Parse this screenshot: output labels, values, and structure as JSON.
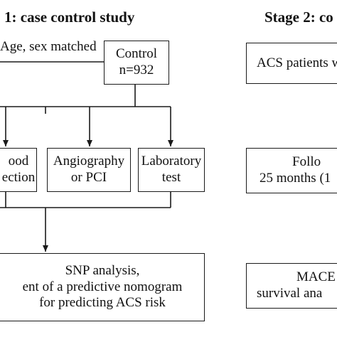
{
  "stage1": {
    "title": "1: case control study",
    "match_label": "Age, sex matched",
    "control_box": {
      "line1": "Control",
      "line2": "n=932"
    },
    "blood_box": {
      "line1": "ood",
      "line2": "ection"
    },
    "angio_box": {
      "line1": "Angiography",
      "line2": "or PCI"
    },
    "lab_box": {
      "line1": "Laboratory",
      "line2": "test"
    },
    "snp_box": {
      "line1": "SNP analysis,",
      "line2": "ent of a predictive nomogram",
      "line3": "for predicting ACS risk"
    }
  },
  "stage2": {
    "title": "Stage 2: co",
    "acs_box": {
      "line1": "ACS patients w"
    },
    "follow_box": {
      "line1": "Follo",
      "line2": "25 months (1"
    },
    "mace_box": {
      "line1": "MACE",
      "line2": "survival ana"
    }
  },
  "colors": {
    "line": "#1a1a1a",
    "text": "#111111",
    "background": "#ffffff"
  }
}
